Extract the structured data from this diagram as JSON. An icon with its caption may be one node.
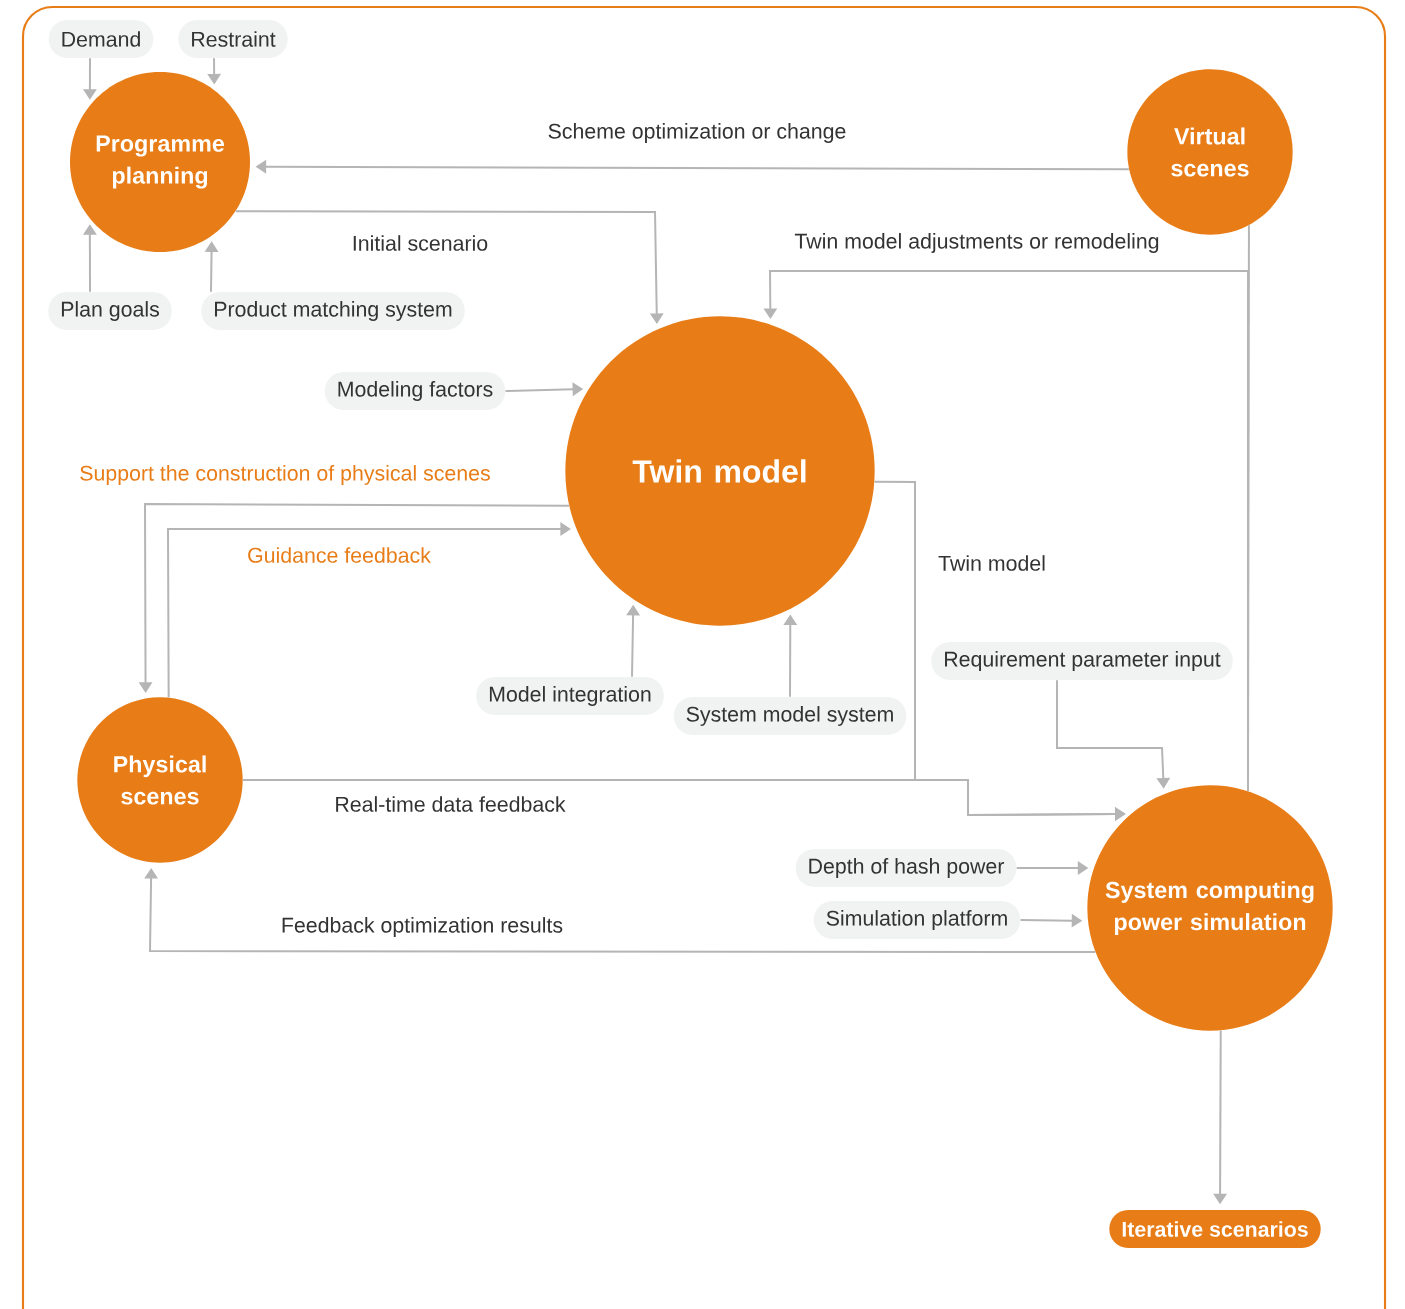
{
  "diagram": {
    "nodes": [
      {
        "text": [
          "Demand"
        ]
      },
      {
        "text": [
          "Restraint"
        ]
      },
      {
        "text": [
          "Programme planning"
        ]
      },
      {
        "text": [
          "Virtual scenes"
        ]
      },
      {
        "text": [
          "Plan goals"
        ]
      },
      {
        "text": [
          "Product matching system"
        ]
      },
      {
        "text": [
          "Twin model"
        ]
      },
      {
        "text": [
          "Modeling factors"
        ]
      },
      {
        "text": [
          "Physical scenes"
        ]
      },
      {
        "text": [
          "Model integration"
        ]
      },
      {
        "text": [
          "System model system"
        ]
      },
      {
        "text": [
          "Requirement parameter input"
        ]
      },
      {
        "text": [
          "System computing power simulation"
        ]
      },
      {
        "text": [
          "Depth of hash power"
        ]
      },
      {
        "text": [
          "Simulation platform"
        ]
      },
      {
        "text": [
          "Iterative scenarios"
        ]
      }
    ],
    "edges": [
      {
        "from": 0,
        "to": 2,
        "arrow": "to"
      },
      {
        "from": 1,
        "to": 2,
        "arrow": "to"
      },
      {
        "from": 4,
        "to": 2,
        "arrow": "to"
      },
      {
        "from": 5,
        "to": 2,
        "arrow": "to"
      },
      {
        "from": 3,
        "to": 2,
        "arrow": "to",
        "label": "Scheme optimization or change"
      },
      {
        "from": 2,
        "to": 6,
        "arrow": "to",
        "label": "Initial scenario"
      },
      {
        "from": 12,
        "to": 6,
        "arrow": "to",
        "label": "Twin model adjustments or remodeling"
      },
      {
        "from": 3,
        "to": 12,
        "arrow": "none"
      },
      {
        "from": 7,
        "to": 6,
        "arrow": "to"
      },
      {
        "from": 6,
        "to": 8,
        "arrow": "to",
        "label": "Support the construction of physical scenes"
      },
      {
        "from": 8,
        "to": 6,
        "arrow": "to",
        "label": "Guidance feedback"
      },
      {
        "from": 9,
        "to": 6,
        "arrow": "to"
      },
      {
        "from": 10,
        "to": 6,
        "arrow": "to"
      },
      {
        "from": 6,
        "to": 12,
        "arrow": "to",
        "label": "Twin model"
      },
      {
        "from": 8,
        "to": 12,
        "arrow": "to",
        "label": "Real-time data feedback"
      },
      {
        "from": 11,
        "to": 12,
        "arrow": "to"
      },
      {
        "from": 13,
        "to": 12,
        "arrow": "to"
      },
      {
        "from": 14,
        "to": 12,
        "arrow": "to"
      },
      {
        "from": 12,
        "to": 8,
        "arrow": "to",
        "label": "Feedback optimization results"
      },
      {
        "from": 12,
        "to": 15,
        "arrow": "to"
      }
    ]
  }
}
